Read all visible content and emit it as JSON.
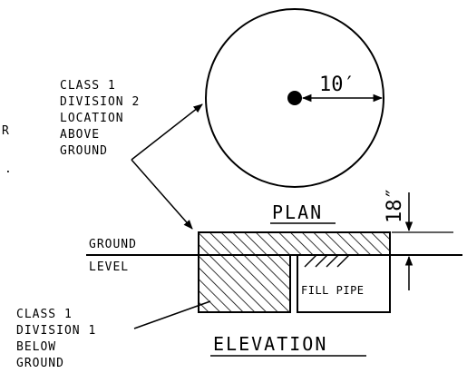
{
  "labels": {
    "above_ground": [
      "CLASS 1",
      "DIVISION 2",
      "LOCATION",
      "ABOVE",
      "GROUND"
    ],
    "below_ground": [
      "CLASS 1",
      "DIVISION 1",
      "BELOW",
      "GROUND"
    ],
    "ground_level": [
      "GROUND",
      "LEVEL"
    ],
    "plan": "PLAN",
    "elevation": "ELEVATION",
    "radius": "10′",
    "depth": "18″",
    "fill_pipe": "FILL PIPE",
    "edge_fragment_r": "R",
    "edge_fragment_dot": "."
  }
}
